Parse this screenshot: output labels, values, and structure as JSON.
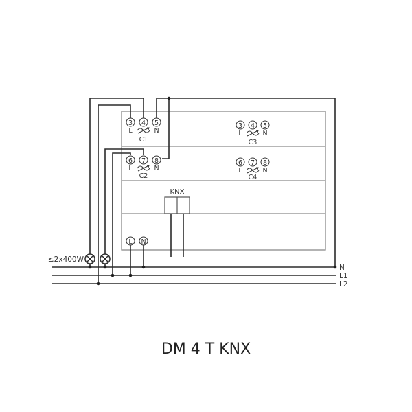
{
  "title": "DM 4 T KNX",
  "colors": {
    "wire": "#2b2b2b",
    "device_frame": "#8a8a8a",
    "label": "#333333",
    "background": "#ffffff"
  },
  "bus_lines": [
    {
      "label": "N"
    },
    {
      "label": "L1"
    },
    {
      "label": "L2"
    }
  ],
  "load": {
    "label": "≤2x400W",
    "lamp_icon": "lamp-cross-circle-icon"
  },
  "device": {
    "channels": [
      {
        "name": "C1",
        "terminals": [
          "3",
          "4",
          "5"
        ],
        "terminal_labels": [
          "L",
          "N"
        ],
        "symbol": "dimmer-icon"
      },
      {
        "name": "C2",
        "terminals": [
          "6",
          "7",
          "8"
        ],
        "terminal_labels": [
          "L",
          "N"
        ],
        "symbol": "dimmer-icon"
      },
      {
        "name": "C3",
        "terminals": [
          "3",
          "4",
          "5"
        ],
        "terminal_labels": [
          "L",
          "N"
        ],
        "symbol": "dimmer-icon"
      },
      {
        "name": "C4",
        "terminals": [
          "6",
          "7",
          "8"
        ],
        "terminal_labels": [
          "L",
          "N"
        ],
        "symbol": "dimmer-icon"
      }
    ],
    "bus_connector": {
      "label": "KNX"
    },
    "supply_terminals": [
      "L",
      "N"
    ]
  }
}
